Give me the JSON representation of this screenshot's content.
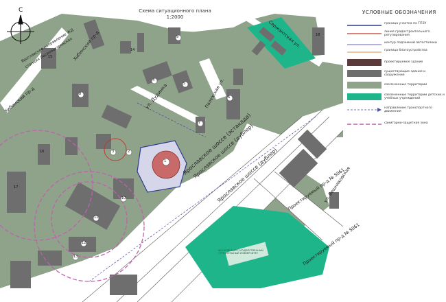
{
  "title": {
    "line1": "Схема ситуационного плана",
    "line2": "1:2000"
  },
  "north_label": "С",
  "legend": {
    "title": "УСЛОВНЫЕ ОБОЗНАЧЕНИЯ",
    "items": [
      {
        "text": "граница участка по ГПЗУ",
        "color": "#2d3a8c"
      },
      {
        "text": "линия градостроительного регулирования",
        "color": "#c0392b"
      },
      {
        "text": "контур подземной автостоянки",
        "color": "#6b63b5"
      },
      {
        "text": "граница благоустройства",
        "color": "#d98c3a"
      },
      {
        "text": "проектируемое здание",
        "color": "#5a3a3a"
      },
      {
        "text": "существующие здания и сооружения",
        "color": "#6e6e6e"
      },
      {
        "text": "озелененные территории",
        "color": "#8fa38a"
      },
      {
        "text": "озелененные территории детских и учебных учреждений",
        "color": "#1fb58a"
      },
      {
        "text": "направление транспортного движения",
        "color": "#4a4aa0"
      },
      {
        "text": "санитарно-защитная зона",
        "color": "#c060b0"
      }
    ]
  },
  "streets": {
    "yaroslavskoe_flyover": "Ярославское шоссе (эстакада)",
    "yaroslavskoe_doubler_1": "Ярославское шоссе (дублер)",
    "yaroslavskoe_doubler_2": "Ярославское шоссе (дублер)",
    "yaroslavskoe_side": "Ярославское направление ЖД",
    "losinoostrovskaya": "станция Лосиноостровская",
    "khibinsky_1": "Хибинский пр-д",
    "khibinsky_2": "Хибинский пр-д",
    "dudinka": "ул. Дудинка",
    "palekhskaya": "Палехская ул.",
    "serzhantskaya": "Сержантская ул.",
    "proektiruemy_1": "Проектируемый пр-д № 5061",
    "proektiruemy_2": "Проектируемый пр-д № 5061",
    "vilyuyskaya": "ул. Вешняковская"
  },
  "building_labels": [
    "1",
    "2",
    "3",
    "4",
    "5",
    "6",
    "7",
    "8",
    "9",
    "10",
    "11",
    "12",
    "13",
    "14",
    "15",
    "16",
    "17",
    "18"
  ],
  "institution_label": "МОСКОВСКИЙ ГОСУДАРСТВЕННЫЙ СТРОИТЕЛЬНЫЙ УНИВЕРСИТЕТ",
  "colors": {
    "green": "#8fa38a",
    "building": "#6e6e6e",
    "teal": "#1fb58a",
    "project": "#c96a6a",
    "sanitary": "#c060b0"
  }
}
